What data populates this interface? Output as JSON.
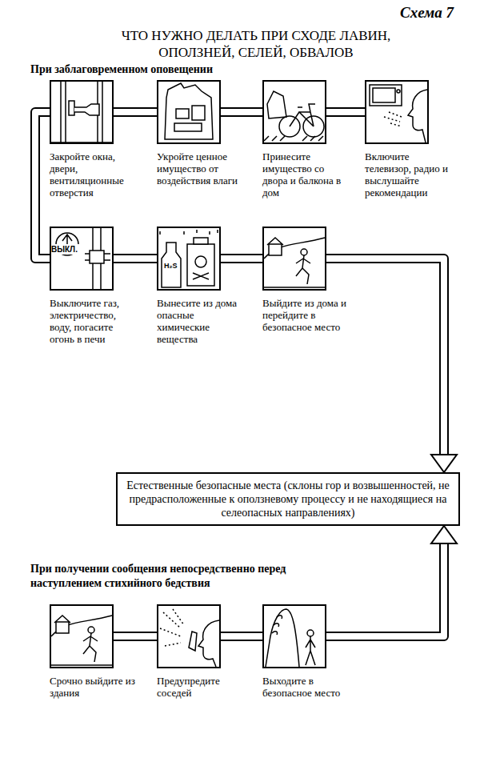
{
  "diagram": {
    "title": "ЧТО НУЖНО ДЕЛАТЬ ПРИ СХОДЕ ЛАВИН, ОПОЛЗНЕЙ, СЕЛЕЙ, ОБВАЛОВ",
    "nodes": [
      {
        "text": [
          "Закройте окна, двери, вентиляционные отверстия"
        ]
      },
      {
        "text": [
          "Укройте ценное имущество от воздействия влаги"
        ]
      },
      {
        "text": [
          "Принесите имущество со двора и балкона в дом"
        ]
      },
      {
        "text": [
          "Включите телевизор, радио и выслушайте рекомендации"
        ]
      },
      {
        "text": [
          "Выключите газ, электричество, воду, погасите огонь в печи"
        ]
      },
      {
        "text": [
          "Вынесите из дома опасные химические вещества"
        ]
      },
      {
        "text": [
          "Выйдите из дома и перейдите в безопасное место"
        ]
      },
      {
        "text": [
          "Естественные безопасные места (склоны гор и возвышенностей, не предрасположенные к оползневому процессу и не находящиеся на селеопасных направлениях)"
        ]
      },
      {
        "text": [
          "Срочно выйдите из здания"
        ]
      },
      {
        "text": [
          "Предупредите соседей"
        ]
      },
      {
        "text": [
          "Выходите в безопасное место"
        ]
      }
    ],
    "edges": [
      {
        "from": 0,
        "to": 1,
        "arrow": "none"
      },
      {
        "from": 1,
        "to": 2,
        "arrow": "none"
      },
      {
        "from": 2,
        "to": 3,
        "arrow": "none"
      },
      {
        "from": 0,
        "to": 4,
        "arrow": "none"
      },
      {
        "from": 4,
        "to": 5,
        "arrow": "none"
      },
      {
        "from": 5,
        "to": 6,
        "arrow": "none"
      },
      {
        "from": 6,
        "to": 7,
        "arrow": "to"
      },
      {
        "from": 8,
        "to": 9,
        "arrow": "none"
      },
      {
        "from": 9,
        "to": 10,
        "arrow": "none"
      },
      {
        "from": 10,
        "to": 7,
        "arrow": "to"
      }
    ],
    "labels": [
      "Схема 7",
      "При заблаговременном оповещении",
      "ВЫКЛ.",
      "H₂S",
      "При получении сообщения непосредственно перед наступлением стихийного бедствия"
    ]
  }
}
